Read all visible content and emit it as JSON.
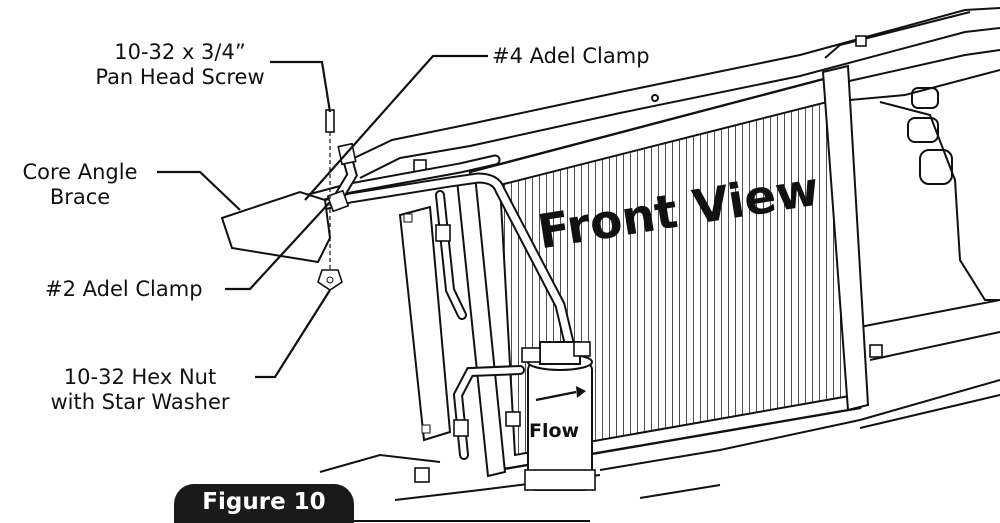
{
  "labels": {
    "screw_line1": "10-32 x 3/4”",
    "screw_line2": "Pan Head Screw",
    "adel4": "#4 Adel Clamp",
    "brace_line1": "Core Angle",
    "brace_line2": "Brace",
    "adel2": "#2 Adel Clamp",
    "nut_line1": "10-32 Hex Nut",
    "nut_line2": "with Star Washer"
  },
  "view_title": "Front View",
  "flow_label": "Flow",
  "figure_label": "Figure 10",
  "colors": {
    "ink": "#1a1a1a",
    "paper": "#ffffff",
    "badge": "#1a1a1a"
  }
}
